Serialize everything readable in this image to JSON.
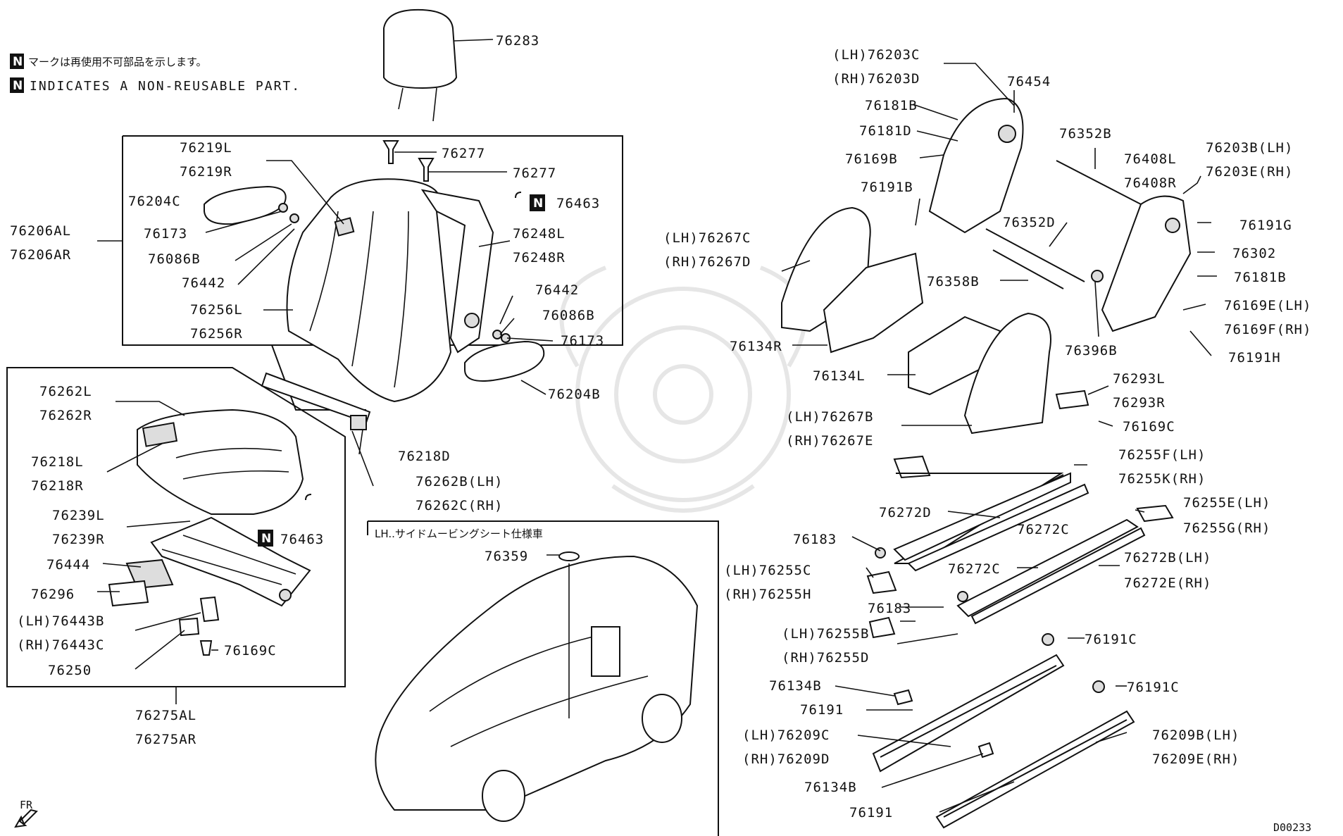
{
  "legend": {
    "line1_text": "マークは再使用不可部品を示します。",
    "line2_text": "INDICATES A NON-REUSABLE PART.",
    "badge": "N"
  },
  "inset": {
    "title": "LH..サイドムービングシート仕様車",
    "part": "76359"
  },
  "drawing_code": "D00233",
  "front_mark": "FR",
  "callouts": {
    "p76283": "76283",
    "p76219L": "76219L",
    "p76219R": "76219R",
    "p76277a": "76277",
    "p76277b": "76277",
    "p76204C": "76204C",
    "p76463a": "76463",
    "p76206AL": "76206AL",
    "p76206AR": "76206AR",
    "p76173a": "76173",
    "p76248L": "76248L",
    "p76248R": "76248R",
    "p76086Ba": "76086B",
    "p76442a": "76442",
    "p76442b": "76442",
    "p76256L": "76256L",
    "p76256R": "76256R",
    "p76086Bb": "76086B",
    "p76173b": "76173",
    "p76204B": "76204B",
    "p76262L": "76262L",
    "p76262R": "76262R",
    "p76218L": "76218L",
    "p76218R": "76218R",
    "p76218D": "76218D",
    "p76262B": "76262B(LH)",
    "p76262C": "76262C(RH)",
    "p76239L": "76239L",
    "p76239R": "76239R",
    "p76463b": "76463",
    "p76444": "76444",
    "p76296": "76296",
    "p76443B": "(LH)76443B",
    "p76443C": "(RH)76443C",
    "p76169Ca": "76169C",
    "p76250": "76250",
    "p76275AL": "76275AL",
    "p76275AR": "76275AR",
    "p76203C": "(LH)76203C",
    "p76203D": "(RH)76203D",
    "p76454": "76454",
    "p76181Ba": "76181B",
    "p76181D": "76181D",
    "p76169B": "76169B",
    "p76352B": "76352B",
    "p76408L": "76408L",
    "p76408R": "76408R",
    "p76203B": "76203B(LH)",
    "p76203E": "76203E(RH)",
    "p76191B": "76191B",
    "p76191G": "76191G",
    "p76352D": "76352D",
    "p76267C": "(LH)76267C",
    "p76267D": "(RH)76267D",
    "p76302": "76302",
    "p76181Bb": "76181B",
    "p76358B": "76358B",
    "p76169E": "76169E(LH)",
    "p76169F": "76169F(RH)",
    "p76134R": "76134R",
    "p76396B": "76396B",
    "p76191H": "76191H",
    "p76134L": "76134L",
    "p76293L": "76293L",
    "p76293R": "76293R",
    "p76267B": "(LH)76267B",
    "p76267E": "(RH)76267E",
    "p76169Cb": "76169C",
    "p76255F": "76255F(LH)",
    "p76255K": "76255K(RH)",
    "p76272D": "76272D",
    "p76272Ca": "76272C",
    "p76255E": "76255E(LH)",
    "p76255G": "76255G(RH)",
    "p76183a": "76183",
    "p76255C": "(LH)76255C",
    "p76255H": "(RH)76255H",
    "p76272Cb": "76272C",
    "p76272B": "76272B(LH)",
    "p76272E": "76272E(RH)",
    "p76183b": "76183",
    "p76255B": "(LH)76255B",
    "p76255D": "(RH)76255D",
    "p76191Ca": "76191C",
    "p76134Ba": "76134B",
    "p76191Cb": "76191C",
    "p76191a": "76191",
    "p76209C": "(LH)76209C",
    "p76209D": "(RH)76209D",
    "p76209B": "76209B(LH)",
    "p76209E": "76209E(RH)",
    "p76134Bb": "76134B",
    "p76191b": "76191"
  }
}
